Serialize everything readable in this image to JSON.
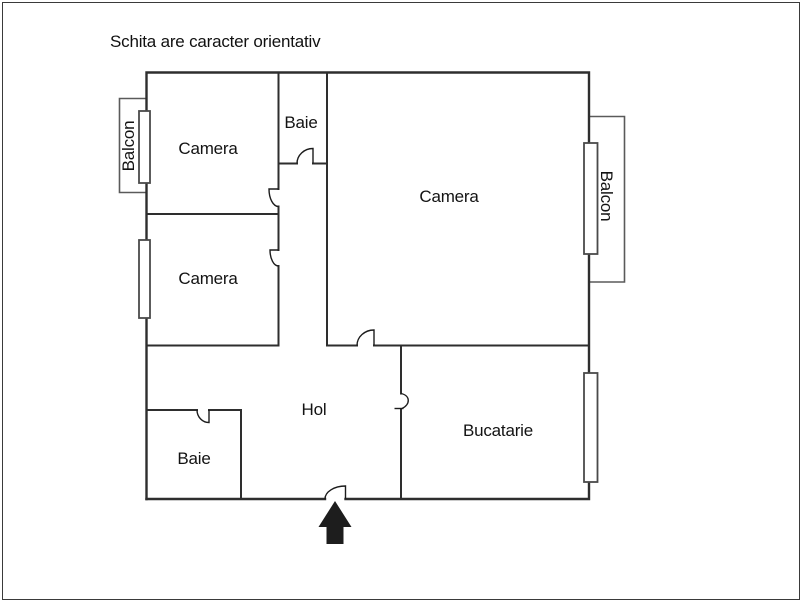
{
  "title": "Schita are caracter orientativ",
  "labels": {
    "camera_top_left": "Camera",
    "baie_top": "Baie",
    "camera_big": "Camera",
    "camera_bottom_left": "Camera",
    "hol": "Hol",
    "baie_bottom": "Baie",
    "bucatarie": "Bucatarie",
    "balcon_left": "Balcon",
    "balcon_right": "Balcon"
  },
  "icons": {
    "entrance_arrow": "up-arrow-entrance-marker"
  },
  "colors": {
    "wall": "#2e2e2e",
    "balcony_line": "#5a5a5a",
    "door_line": "#1c1c1c",
    "arrow_fill": "#1d1d1d",
    "text": "#131313",
    "background": "#ffffff"
  }
}
